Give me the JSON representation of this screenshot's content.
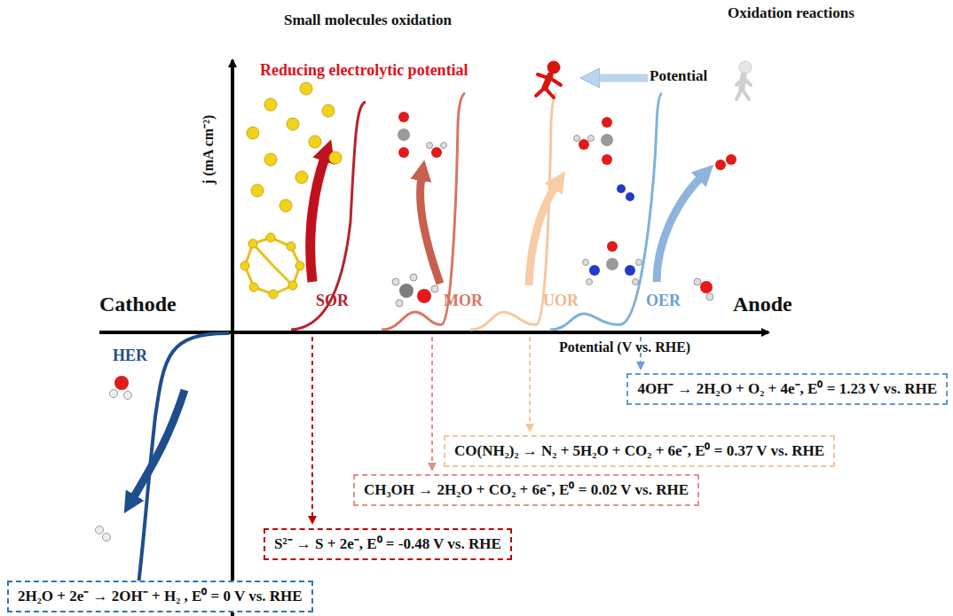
{
  "diagram": {
    "nodes": [
      {
        "text": [
          "4OH⁻ → 2H₂O + O₂ + 4e⁻, E⁰ = 1.23 V vs. RHE"
        ]
      },
      {
        "text": [
          "CO(NH₂)₂ → N₂ + 5H₂O + CO₂ + 6e⁻, E⁰ = 0.37 V vs. RHE"
        ]
      },
      {
        "text": [
          "CH₃OH → 2H₂O + CO₂ + 6e⁻, E⁰ = 0.02 V vs. RHE"
        ]
      },
      {
        "text": [
          "S²⁻ → S + 2e⁻, E⁰ = -0.48 V vs. RHE"
        ]
      },
      {
        "text": [
          "2H₂O + 2e⁻ → 2OH⁻ + H₂ , E⁰ = 0 V vs. RHE"
        ]
      }
    ],
    "labels": [
      "Small molecules oxidation",
      "Oxidation reactions",
      "Reducing electrolytic potential",
      "Potential",
      "j (mA cm⁻²)",
      "Cathode",
      "Anode",
      "SOR",
      "MOR",
      "UOR",
      "OER",
      "HER",
      "Potential (V vs. RHE)"
    ]
  }
}
